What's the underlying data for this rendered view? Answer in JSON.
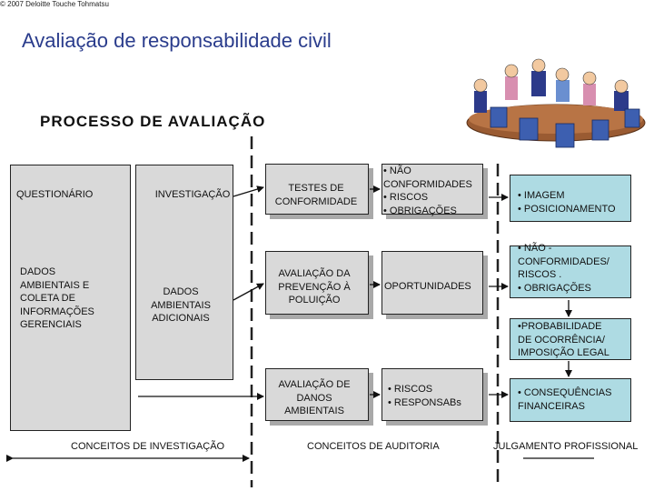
{
  "title": "Avaliação de responsabilidade civil",
  "subtitle": "PROCESSO DE AVALIAÇÃO",
  "columns": {
    "questionario": "QUESTIONÁRIO",
    "dados_ambientais": "DADOS\nAMBIENTAIS E\nCOLETA DE\nINFORMAÇÕES\nGERENCIAIS",
    "investigacao": "INVESTIGAÇÃO",
    "dados_adicionais": "DADOS\nAMBIENTAIS\nADICIONAIS"
  },
  "audit": {
    "testes": "TESTES DE\nCONFORMIDADE",
    "prevencao": "AVALIAÇÃO DA\nPREVENÇÃO À\nPOLUIÇÃO",
    "danos": "AVALIAÇÃO DE\nDANOS\nAMBIENTAIS"
  },
  "results": {
    "nao_conformidades": "• NÃO\nCONFORMIDADES\n• RISCOS\n• OBRIGAÇÕES",
    "oportunidades": "OPORTUNIDADES",
    "riscos": "• RISCOS\n• RESPONSABs"
  },
  "judgment": {
    "imagem": "• IMAGEM\n• POSICIONAMENTO",
    "nao_conformidades_riscos": "• NÃO -\nCONFORMIDADES/\nRISCOS .\n• OBRIGAÇÕES",
    "probabilidade": "•PROBABILIDADE\nDE OCORRÊNCIA/\nIMPOSIÇÃO LEGAL",
    "consequencias": "• CONSEQUÊNCIAS\nFINANCEIRAS"
  },
  "footer": {
    "investigacao": "CONCEITOS DE INVESTIGAÇÃO",
    "auditoria": "CONCEITOS DE AUDITORIA",
    "julgamento": "JULGAMENTO PROFISSIONAL"
  },
  "copyright": "© 2007 Deloitte Touche Tohmatsu",
  "colors": {
    "title": "#2a3c8c",
    "box": "#d9d9d9",
    "teal": "#aedbe3"
  }
}
